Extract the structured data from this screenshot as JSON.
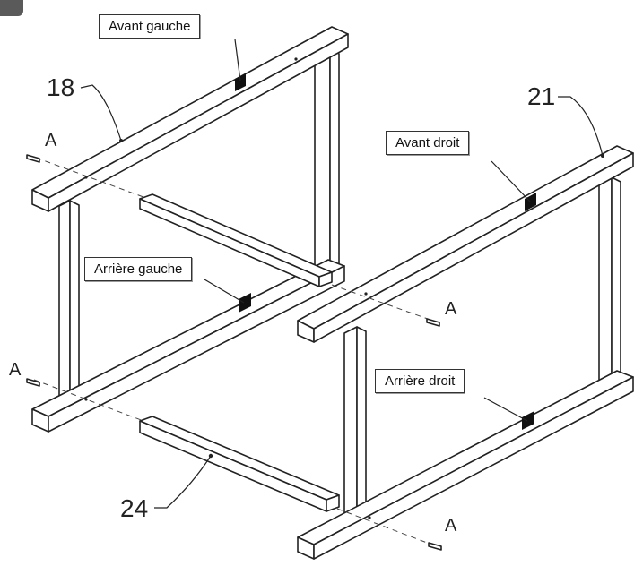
{
  "labels": {
    "avant_gauche": "Avant gauche",
    "avant_droit": "Avant droit",
    "arriere_gauche": "Arrière gauche",
    "arriere_droit": "Arrière droit"
  },
  "parts": {
    "p18": "18",
    "p21": "21",
    "p24": "24"
  },
  "screw_letter": "A"
}
